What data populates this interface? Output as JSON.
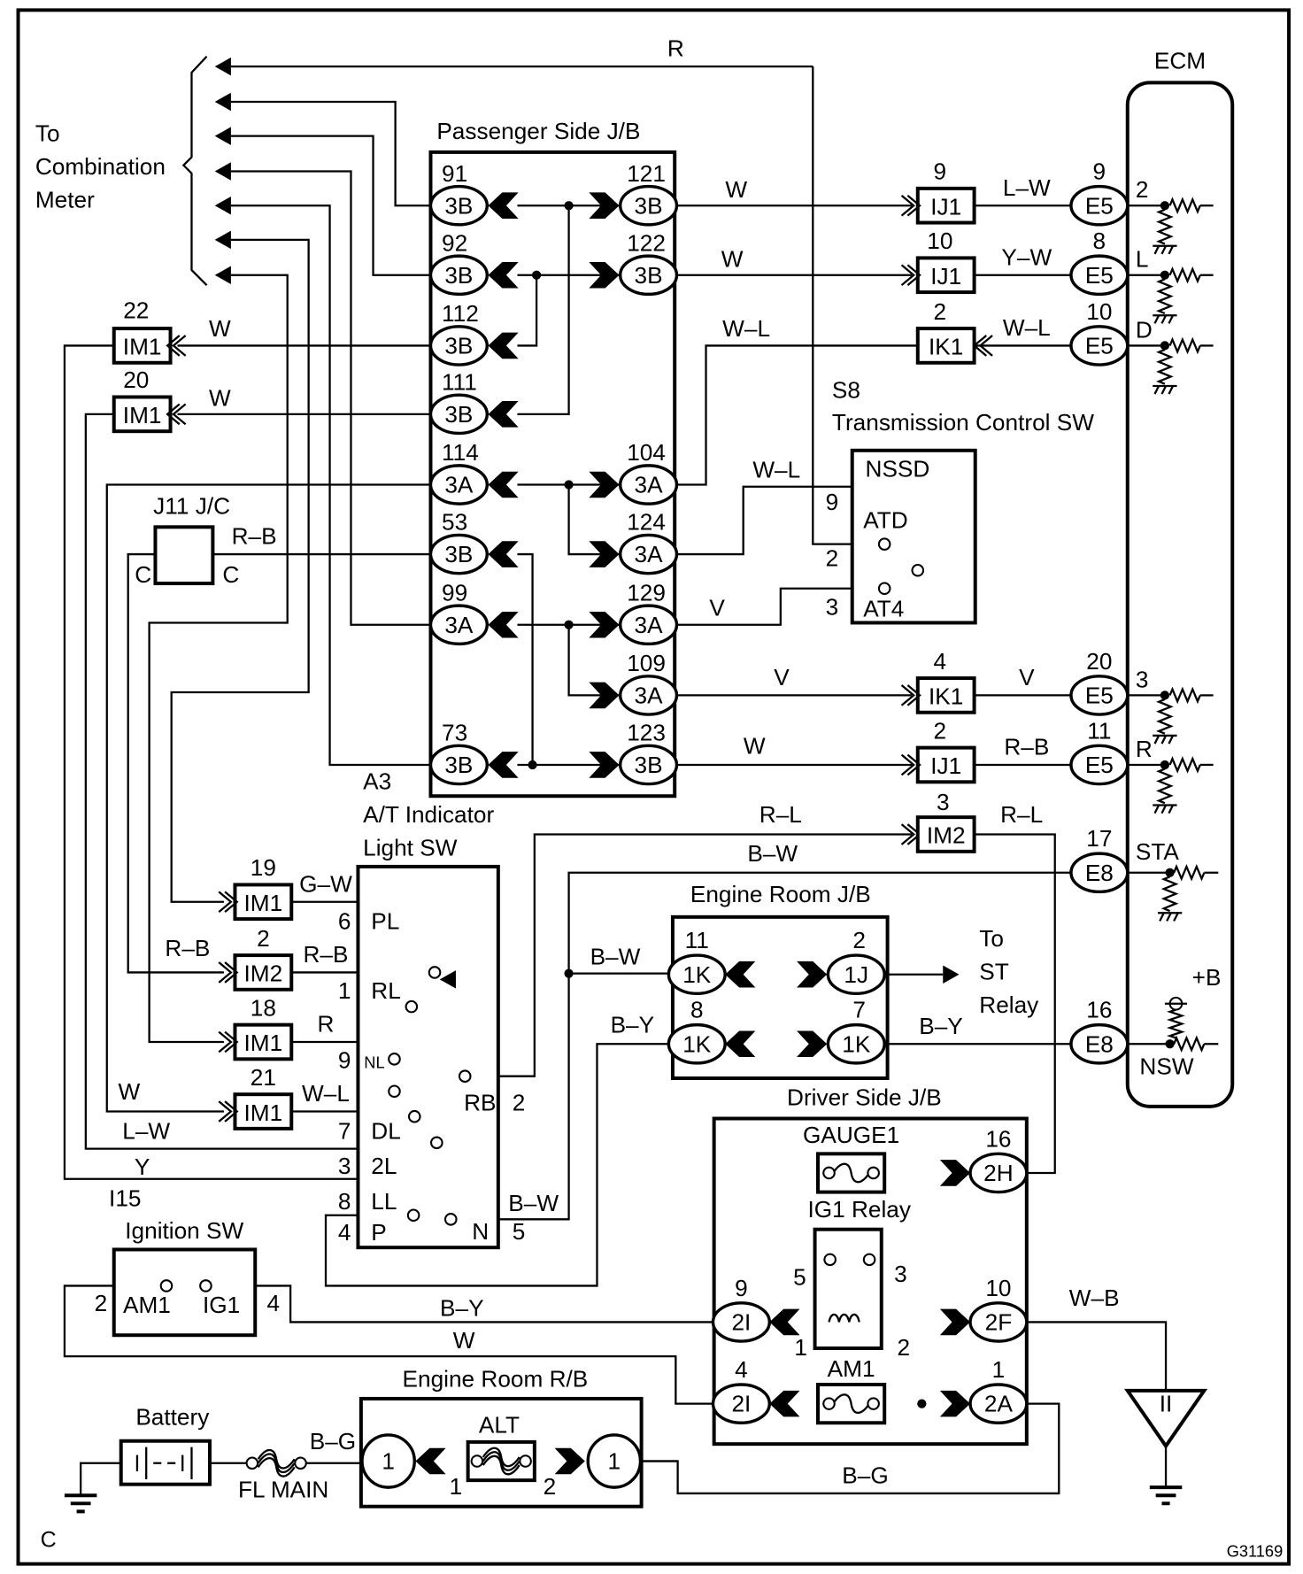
{
  "diagram": {
    "figure_id": "G31169",
    "corner_letter": "C",
    "colors": {
      "ink": "#000000",
      "paper": "#ffffff"
    },
    "to_combination_meter": {
      "lines": [
        "To",
        "Combination",
        "Meter"
      ]
    },
    "top_wire_label": "R",
    "passenger_jb": {
      "title": "Passenger Side J/B",
      "left": [
        {
          "pin": "91",
          "conn": "3B"
        },
        {
          "pin": "92",
          "conn": "3B"
        },
        {
          "pin": "112",
          "conn": "3B"
        },
        {
          "pin": "111",
          "conn": "3B"
        },
        {
          "pin": "114",
          "conn": "3A"
        },
        {
          "pin": "53",
          "conn": "3B"
        },
        {
          "pin": "99",
          "conn": "3A"
        },
        {
          "pin": "73",
          "conn": "3B"
        }
      ],
      "right": [
        {
          "pin": "121",
          "conn": "3B"
        },
        {
          "pin": "122",
          "conn": "3B"
        },
        {
          "pin": "104",
          "conn": "3A"
        },
        {
          "pin": "124",
          "conn": "3A"
        },
        {
          "pin": "129",
          "conn": "3A"
        },
        {
          "pin": "109",
          "conn": "3A"
        },
        {
          "pin": "123",
          "conn": "3B"
        }
      ]
    },
    "left_im_connectors": [
      {
        "pin": "22",
        "conn": "IM1",
        "wire": "W"
      },
      {
        "pin": "20",
        "conn": "IM1",
        "wire": "W"
      }
    ],
    "j11": {
      "title": "J11 J/C",
      "left": "C",
      "right": "C",
      "wire": "R–B"
    },
    "ecm": {
      "title": "ECM",
      "pins": [
        {
          "name": "2",
          "conn": "E5",
          "pin": "9",
          "wire": "L–W",
          "via_conn": "IJ1",
          "via_pin": "9",
          "jb_wire": "W"
        },
        {
          "name": "L",
          "conn": "E5",
          "pin": "8",
          "wire": "Y–W",
          "via_conn": "IJ1",
          "via_pin": "10",
          "jb_wire": "W"
        },
        {
          "name": "D",
          "conn": "E5",
          "pin": "10",
          "wire": "W–L",
          "via_conn": "IK1",
          "via_pin": "2",
          "jb_wire": "W–L"
        },
        {
          "name": "3",
          "conn": "E5",
          "pin": "20",
          "wire": "V",
          "via_conn": "IK1",
          "via_pin": "4",
          "jb_wire": "V"
        },
        {
          "name": "R",
          "conn": "E5",
          "pin": "11",
          "wire": "R–B",
          "via_conn": "IJ1",
          "via_pin": "2",
          "jb_wire": "W"
        },
        {
          "name": "STA",
          "conn": "E8",
          "pin": "17",
          "wire": "R–L",
          "via_conn": "IM2",
          "via_pin": "3",
          "jb_wire": "R–L"
        },
        {
          "name": "NSW",
          "conn": "E8",
          "pin": "16",
          "wire": "B–Y"
        }
      ],
      "plus_b": "+B"
    },
    "s8": {
      "id": "S8",
      "title": "Transmission Control SW",
      "top": "NSSD",
      "pins": [
        {
          "pin": "9",
          "label": "ATD"
        },
        {
          "pin": "2",
          "label": ""
        },
        {
          "pin": "3",
          "label": "AT4"
        }
      ],
      "wire_in": "W–L",
      "wire_at4": "V"
    },
    "a3": {
      "id": "A3",
      "title_lines": [
        "A/T Indicator",
        "Light SW"
      ],
      "left_pins": [
        {
          "pin": "6",
          "label": "PL",
          "wire": "G–W",
          "im_pin": "19",
          "im": "IM1"
        },
        {
          "pin": "1",
          "label": "RL",
          "wire": "R–B",
          "im_pin": "2",
          "im": "IM2",
          "in_wire": "R–B"
        },
        {
          "pin": "9",
          "label": "NL",
          "wire": "R",
          "im_pin": "18",
          "im": "IM1"
        },
        {
          "pin": "",
          "label": "",
          "wire": "W–L",
          "im_pin": "21",
          "im": "IM1",
          "in_wire": "W"
        },
        {
          "pin": "7",
          "label": "DL",
          "wire": "L–W"
        },
        {
          "pin": "3",
          "label": "2L",
          "wire": "Y"
        },
        {
          "pin": "8",
          "label": "LL",
          "wire": ""
        },
        {
          "pin": "4",
          "label": "P",
          "wire": ""
        }
      ],
      "right_pins": [
        {
          "pin": "2",
          "label": "RB"
        },
        {
          "pin": "5",
          "label": "N",
          "wire": "B–W"
        }
      ]
    },
    "wires_mid": {
      "r_l": "R–L",
      "b_w_top": "B–W",
      "b_w_left": "B–W",
      "b_y_left": "B–Y",
      "b_y_right": "B–Y"
    },
    "engine_room_jb": {
      "title": "Engine Room J/B",
      "rows": [
        {
          "lpin": "11",
          "lconn": "1K",
          "rpin": "2",
          "rconn": "1J"
        },
        {
          "lpin": "8",
          "lconn": "1K",
          "rpin": "7",
          "rconn": "1K"
        }
      ],
      "to_st_relay": [
        "To",
        "ST",
        "Relay"
      ]
    },
    "driver_jb": {
      "title": "Driver Side J/B",
      "gauge": "GAUGE1",
      "relay": "IG1 Relay",
      "relay_pins": [
        "5",
        "3",
        "1",
        "2"
      ],
      "am1": "AM1",
      "left": [
        {
          "pin": "9",
          "conn": "2I"
        },
        {
          "pin": "4",
          "conn": "2I"
        }
      ],
      "right": [
        {
          "pin": "16",
          "conn": "2H"
        },
        {
          "pin": "10",
          "conn": "2F"
        },
        {
          "pin": "1",
          "conn": "2A"
        }
      ],
      "ground_wire": "W–B",
      "ground_id": "II"
    },
    "ignition": {
      "id": "I15",
      "title": "Ignition SW",
      "left_pin": "2",
      "left_label": "AM1",
      "right_pin": "4",
      "right_label": "IG1",
      "wire_by": "B–Y",
      "wire_w": "W"
    },
    "power": {
      "battery": "Battery",
      "fl_main": "FL MAIN",
      "wire_bg": "B–G",
      "rb_title": "Engine Room R/B",
      "alt": "ALT",
      "left_conn": "1",
      "right_conn": "1",
      "alt_pin_left": "1",
      "alt_pin_right": "2",
      "bottom_wire": "B–G"
    }
  }
}
